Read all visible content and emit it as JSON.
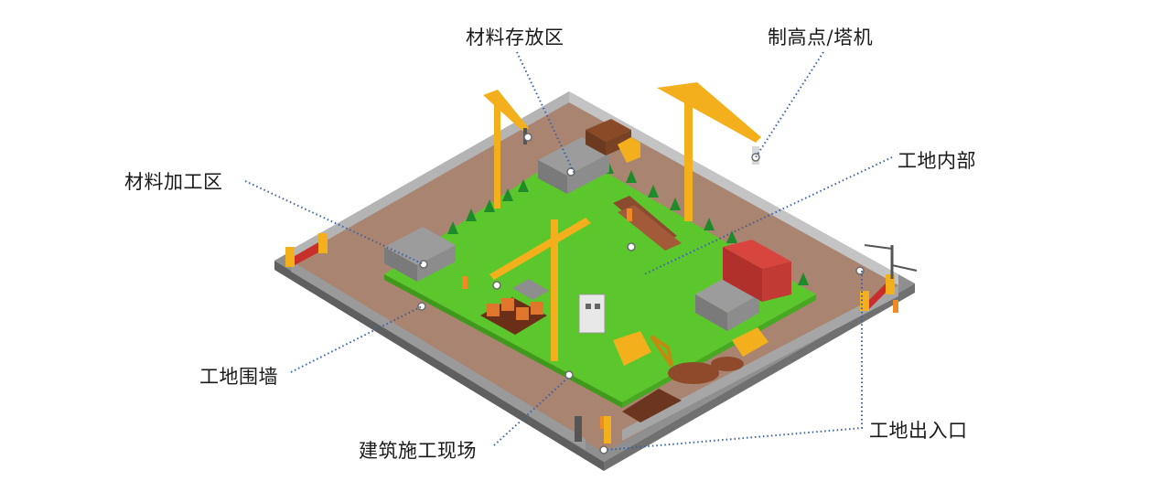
{
  "labels": {
    "material_storage": "材料存放区",
    "tower_crane": "制高点/塔机",
    "material_processing": "材料加工区",
    "site_interior": "工地内部",
    "site_wall": "工地围墙",
    "construction_site": "建筑施工现场",
    "site_entrance": "工地出入口"
  },
  "colors": {
    "grass": "#5cc72c",
    "dirt": "#a98470",
    "wall": "#8c8c8c",
    "crane": "#f3b01c",
    "container": "#c9302c",
    "leader": "#3b5fa8"
  }
}
